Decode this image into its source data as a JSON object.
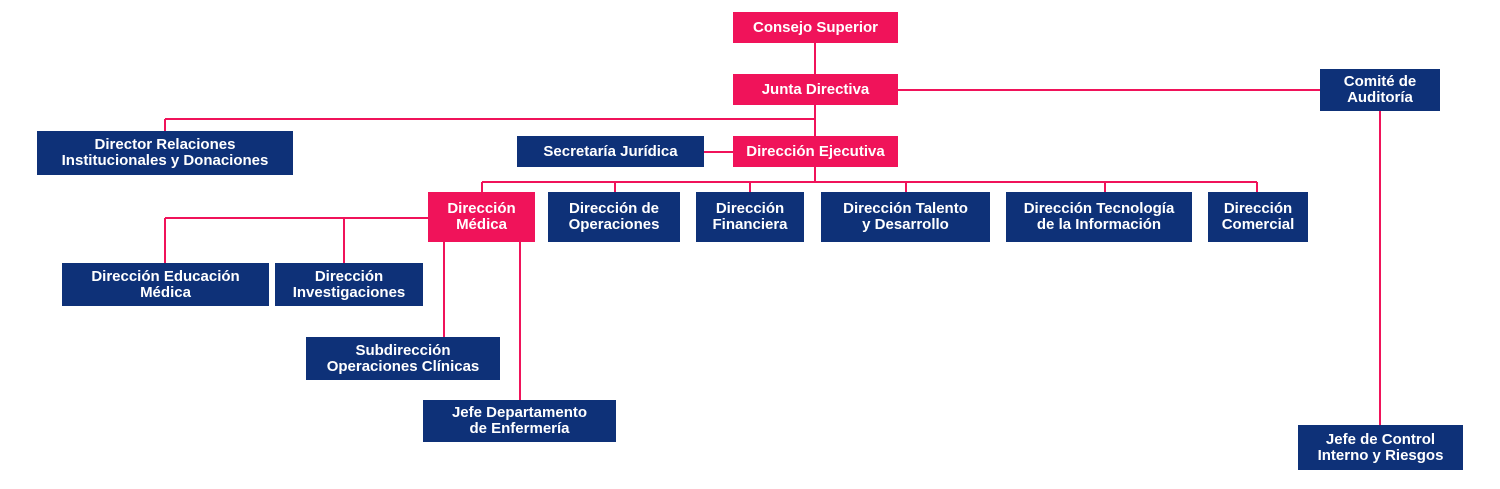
{
  "colors": {
    "accent": "#f0135a",
    "primary": "#0e3178",
    "background": "#ffffff",
    "text": "#ffffff"
  },
  "nodes": {
    "consejo_superior": "Consejo Superior",
    "junta_directiva": "Junta Directiva",
    "comite_auditoria": "Comité de\nAuditoría",
    "director_relaciones": "Director Relaciones\nInstitucionales y Donaciones",
    "secretaria_juridica": "Secretaría Jurídica",
    "direccion_ejecutiva": "Dirección Ejecutiva",
    "direccion_medica": "Dirección\nMédica",
    "direccion_operaciones": "Dirección de\nOperaciones",
    "direccion_financiera": "Dirección\nFinanciera",
    "direccion_talento": "Dirección Talento\ny Desarrollo",
    "direccion_tecnologia": "Dirección Tecnología\nde la Información",
    "direccion_comercial": "Dirección\nComercial",
    "direccion_educacion": "Dirección Educación\nMédica",
    "direccion_investigaciones": "Dirección\nInvestigaciones",
    "subdireccion_operaciones_clinicas": "Subdirección\nOperaciones Clínicas",
    "jefe_enfermeria": "Jefe Departamento\nde Enfermería",
    "jefe_control_interno": "Jefe de Control\nInterno y Riesgos"
  }
}
